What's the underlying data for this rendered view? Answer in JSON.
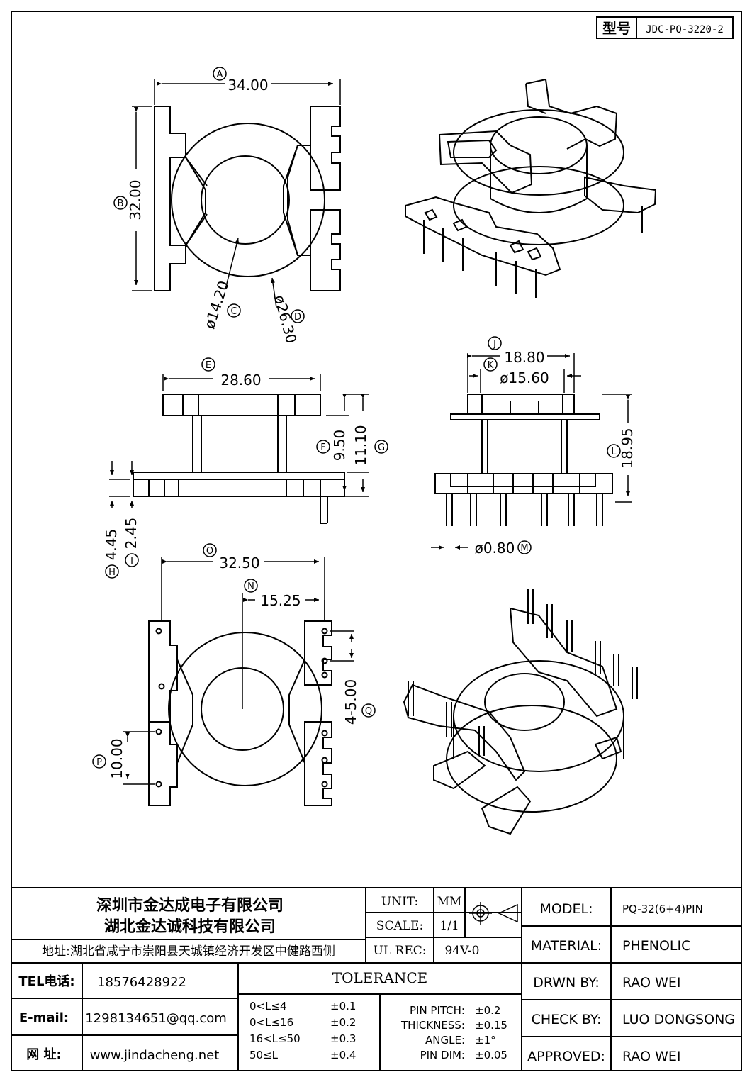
{
  "model_box": {
    "label": "型号",
    "value": "JDC-PQ-3220-2"
  },
  "dimensions": {
    "A": {
      "marker": "A",
      "value": "34.00"
    },
    "B": {
      "marker": "B",
      "value": "32.00"
    },
    "C": {
      "marker": "C",
      "value": "ø14.20"
    },
    "D": {
      "marker": "D",
      "value": "ø26.30"
    },
    "E": {
      "marker": "E",
      "value": "28.60"
    },
    "F": {
      "marker": "F",
      "value": "9.50"
    },
    "G": {
      "marker": "G",
      "value": "11.10"
    },
    "H": {
      "marker": "H",
      "value": "4.45"
    },
    "I": {
      "marker": "I",
      "value": "2.45"
    },
    "J": {
      "marker": "J",
      "value": "18.80"
    },
    "K": {
      "marker": "K",
      "value": "ø15.60"
    },
    "L": {
      "marker": "L",
      "value": "18.95"
    },
    "M": {
      "marker": "M",
      "value": "ø0.80"
    },
    "N": {
      "marker": "N",
      "value": "15.25"
    },
    "O": {
      "marker": "O",
      "value": "32.50"
    },
    "P": {
      "marker": "P",
      "value": "10.00"
    },
    "Q": {
      "marker": "Q",
      "value": "4-5.00"
    }
  },
  "company": {
    "name1": "深圳市金达成电子有限公司",
    "name2": "湖北金达诚科技有限公司",
    "address": "地址:湖北省咸宁市崇阳县天城镇经济开发区中健路西侧"
  },
  "contact": {
    "tel_label": "TEL电话:",
    "tel": "18576428922",
    "email_label": "E-mail:",
    "email": "1298134651@qq.com",
    "web_label": "网    址:",
    "web": "www.jindacheng.net"
  },
  "spec": {
    "unit_label": "UNIT:",
    "unit": "MM",
    "scale_label": "SCALE:",
    "scale": "1/1",
    "ulrec_label": "UL REC:",
    "ulrec": "94V-0"
  },
  "tolerance": {
    "title": "TOLERANCE",
    "ranges": [
      {
        "range": "0<L≤4",
        "tol": "±0.1"
      },
      {
        "range": "0<L≤16",
        "tol": "±0.2"
      },
      {
        "range": "16<L≤50",
        "tol": "±0.3"
      },
      {
        "range": "50≤L",
        "tol": "±0.4"
      }
    ],
    "other": [
      {
        "label": "PIN PITCH:",
        "tol": "±0.2"
      },
      {
        "label": "THICKNESS:",
        "tol": "±0.15"
      },
      {
        "label": "ANGLE:",
        "tol": "±1°"
      },
      {
        "label": "PIN DIM:",
        "tol": "±0.05"
      }
    ]
  },
  "info": {
    "model_label": "MODEL:",
    "model": "PQ-32(6+4)PIN",
    "material_label": "MATERIAL:",
    "material": "PHENOLIC",
    "drawn_label": "DRWN BY:",
    "drawn": "RAO WEI",
    "check_label": "CHECK BY:",
    "check": "LUO DONGSONG",
    "approved_label": "APPROVED:",
    "approved": "RAO WEI"
  }
}
